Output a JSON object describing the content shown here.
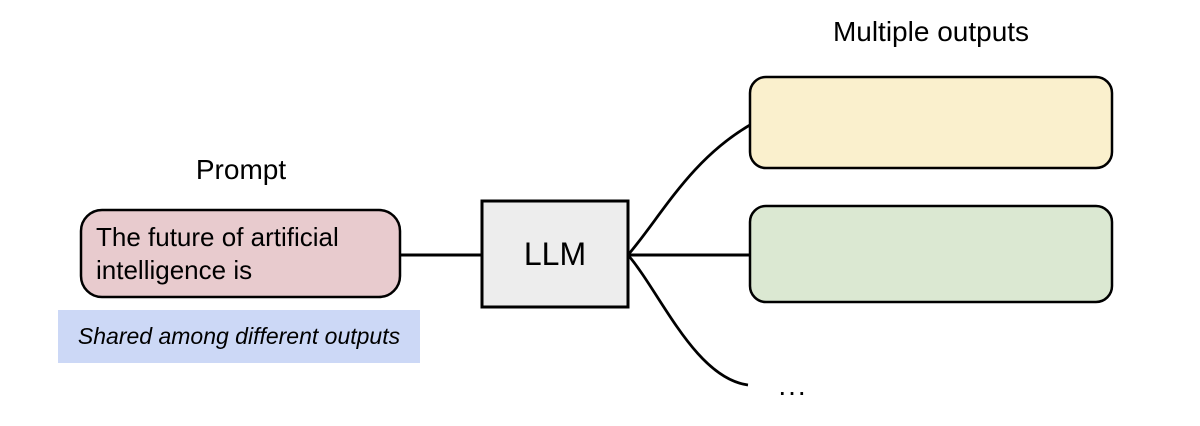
{
  "diagram": {
    "prompt": {
      "title": "Prompt",
      "box_text": "The future of artificial\nintelligence is",
      "note": "Shared among different outputs"
    },
    "model": {
      "label": "LLM"
    },
    "outputs": {
      "title": "Multiple outputs",
      "ellipsis": "..."
    },
    "colors": {
      "prompt_box_fill": "#e8cbce",
      "note_bg": "#ccd8f6",
      "llm_box_fill": "#ededed",
      "output_top_fill": "#faf0cd",
      "output_middle_fill": "#dbe8d2",
      "stroke": "#000000"
    }
  }
}
